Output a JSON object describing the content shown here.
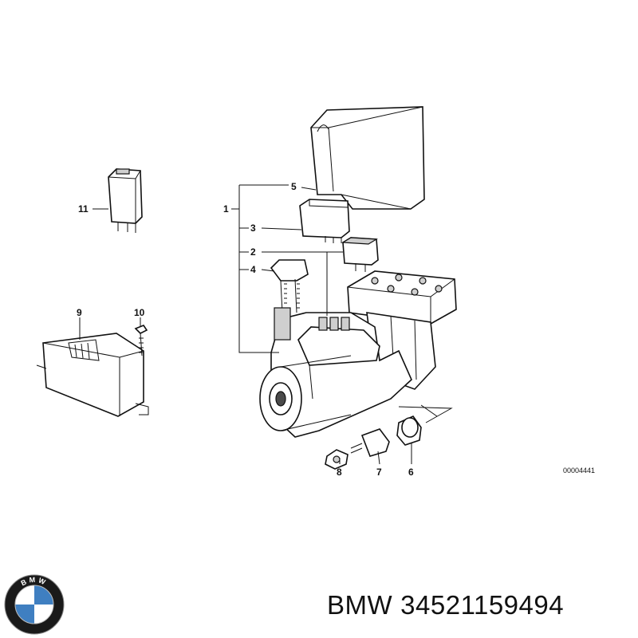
{
  "callouts": [
    "1",
    "2",
    "3",
    "4",
    "5",
    "6",
    "7",
    "8",
    "9",
    "10",
    "11"
  ],
  "drawing_code": "00004441",
  "caption": {
    "brand": "BMW",
    "part_number": "34521159494"
  },
  "logo": {
    "text": "BMW",
    "colors": {
      "ring": "#1a1a1a",
      "blue": "#3f7fc1",
      "white": "#ffffff"
    }
  }
}
